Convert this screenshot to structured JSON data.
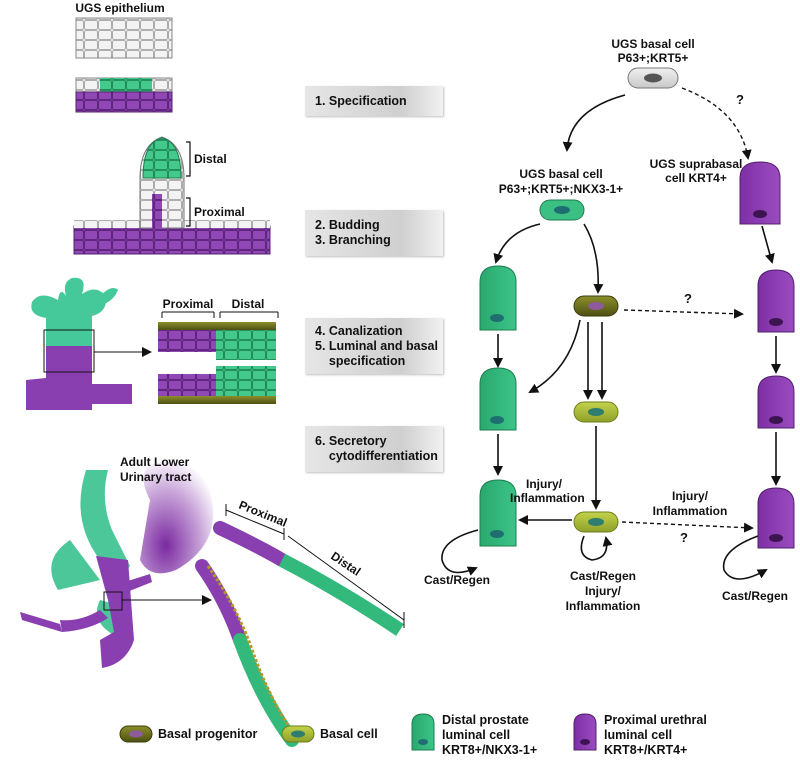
{
  "left_panel": {
    "ugs_epithelium": "UGS epithelium",
    "distal": "Distal",
    "proximal": "Proximal",
    "section_proximal": "Proximal",
    "section_distal": "Distal",
    "adult_line1": "Adult Lower",
    "adult_line2": "Urinary tract",
    "adult_proximal": "Proximal",
    "adult_distal": "Distal"
  },
  "steps": [
    {
      "lines": [
        "1. Specification"
      ]
    },
    {
      "lines": [
        "2. Budding",
        "3. Branching"
      ]
    },
    {
      "lines": [
        "4. Canalization",
        "5. Luminal and basal",
        "    specification"
      ]
    },
    {
      "lines": [
        "6. Secretory",
        "    cytodifferentiation"
      ]
    }
  ],
  "lineage": {
    "top_cell_line1": "UGS basal cell",
    "top_cell_line2": "P63+;KRT5+",
    "mid_cell_line1": "UGS basal cell",
    "mid_cell_line2": "P63+;KRT5+;NKX3-1+",
    "suprabasal_line1": "UGS suprabasal",
    "suprabasal_line2": "cell KRT4+",
    "question_mark": "?",
    "injury_left_line1": "Injury/",
    "injury_left_line2": "Inflammation",
    "injury_right_line1": "Injury/",
    "injury_right_line2": "Inflammation",
    "cast_regen": "Cast/Regen",
    "cast_regen_inj_line1": "Cast/Regen",
    "cast_regen_inj_line2": "Injury/",
    "cast_regen_inj_line3": "Inflammation"
  },
  "legend": {
    "basal_progenitor": "Basal progenitor",
    "basal_cell": "Basal cell",
    "distal_line1": "Distal prostate",
    "distal_line2": "luminal cell",
    "distal_line3": "KRT8+/NKX3-1+",
    "proximal_line1": "Proximal urethral",
    "proximal_line2": "luminal cell",
    "proximal_line3": "KRT8+/KRT4+"
  },
  "colors": {
    "green": "#2fb57a",
    "purple": "#8a3fb0",
    "olive": "#6b6b1a",
    "light_olive": "#a9b83c",
    "gray_cell": "#dcdcdc"
  }
}
